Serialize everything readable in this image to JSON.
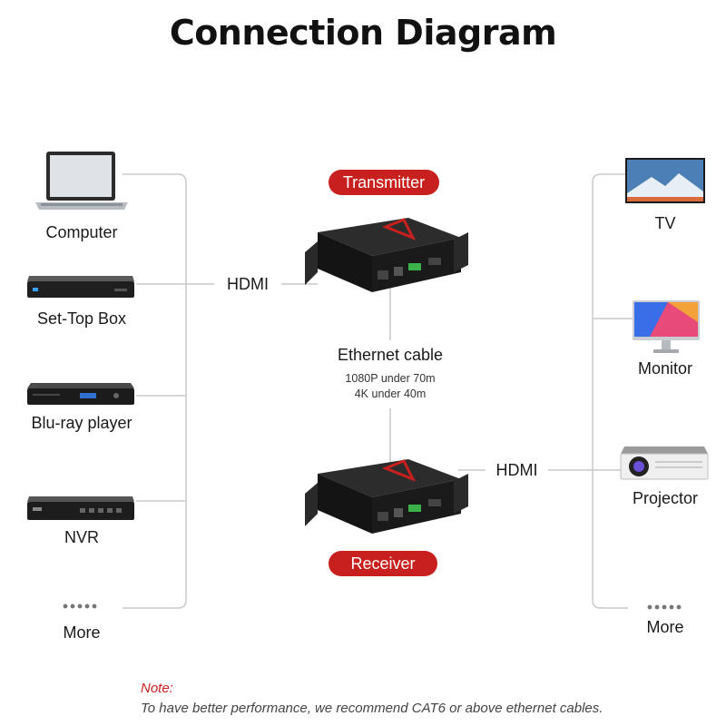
{
  "title": "Connection Diagram",
  "sources": [
    {
      "label": "Computer",
      "icon": "laptop-icon"
    },
    {
      "label": "Set-Top Box",
      "icon": "set-top-box-icon"
    },
    {
      "label": "Blu-ray player",
      "icon": "blu-ray-player-icon"
    },
    {
      "label": "NVR",
      "icon": "nvr-icon"
    },
    {
      "label": "More",
      "icon": "more-dots-icon"
    }
  ],
  "displays": [
    {
      "label": "TV",
      "icon": "tv-icon"
    },
    {
      "label": "Monitor",
      "icon": "monitor-icon"
    },
    {
      "label": "Projector",
      "icon": "projector-icon"
    },
    {
      "label": "More",
      "icon": "more-dots-icon"
    }
  ],
  "input_cable": "HDMI",
  "output_cable": "HDMI",
  "transmitter": "Transmitter",
  "receiver": "Receiver",
  "ethernet": {
    "title": "Ethernet cable",
    "spec_1080p": "1080P under 70m",
    "spec_4k": "4K under 40m"
  },
  "note": {
    "heading": "Note:",
    "text": "To have better performance, we recommend CAT6 or above ethernet cables."
  },
  "colors": {
    "accent": "#c8201e",
    "line": "#c9c9c9",
    "device": "#1e1e1e"
  }
}
